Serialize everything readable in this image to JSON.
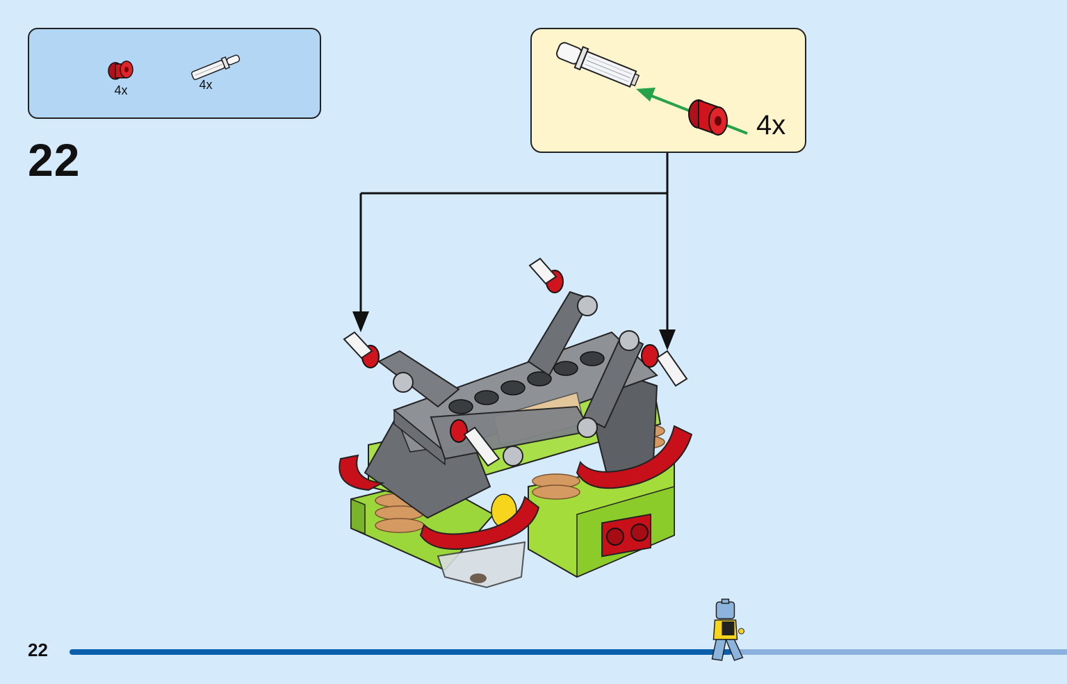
{
  "parts_list": {
    "items": [
      {
        "icon": "red-bush-icon",
        "quantity": "4x"
      },
      {
        "icon": "white-axle-pin-icon",
        "quantity": "4x"
      }
    ]
  },
  "step": {
    "number": "22"
  },
  "callout": {
    "quantity": "4x",
    "arrow_color": "#26a34a"
  },
  "page": {
    "number": "22"
  },
  "progress": {
    "fraction": 0.66
  },
  "colors": {
    "background": "#d5ebfb",
    "parts_box": "#b2d6f3",
    "callout_box": "#fff5cd",
    "progress_done": "#0a5fad",
    "progress_remaining": "#8bb2de"
  }
}
